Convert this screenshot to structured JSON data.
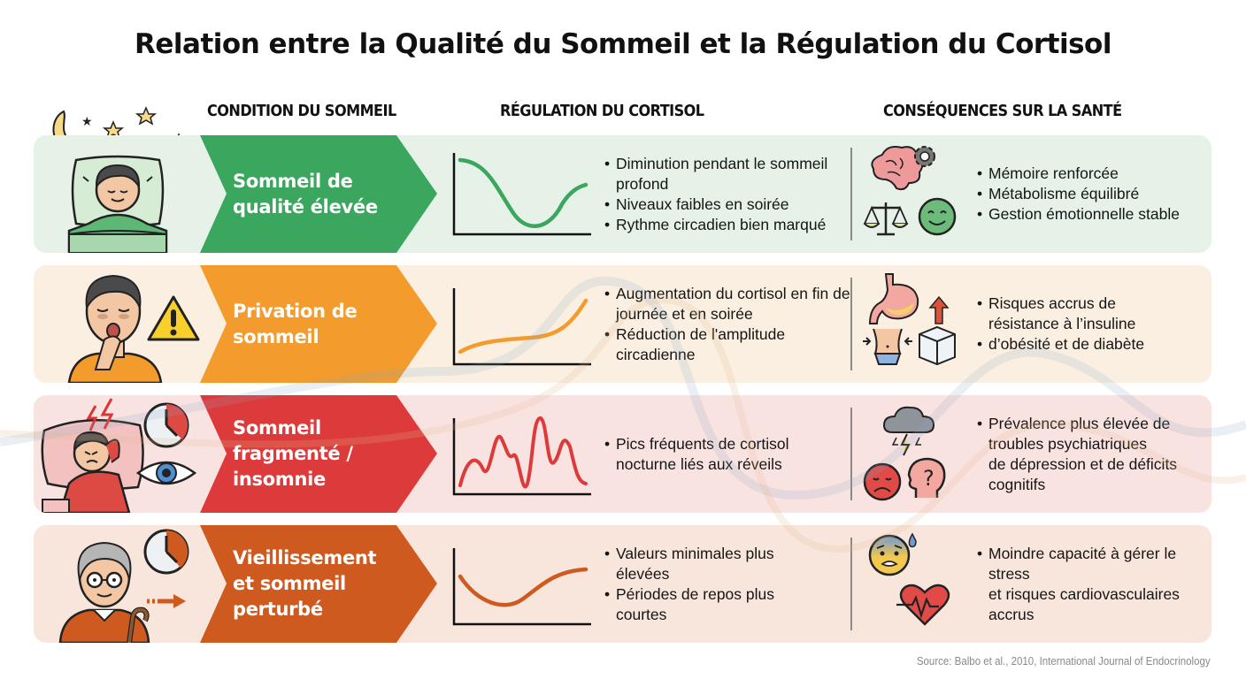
{
  "title": "Relation entre la Qualité du Sommeil et la Régulation du Cortisol",
  "columns": {
    "condition": "CONDITION DU SOMMEIL",
    "regulation": "RÉGULATION DU CORTISOL",
    "consequences": "CONSÉQUENCES SUR LA SANTÉ"
  },
  "colors": {
    "green": "#3aa65e",
    "orange": "#f39b2d",
    "red": "#dd3b3b",
    "burnt_orange": "#cf5a1f",
    "green_bg": "#e6f2e8",
    "orange_bg": "#fbefe1",
    "red_bg": "#f9e3e1",
    "burnt_bg": "#f8e6dc"
  },
  "rows": [
    {
      "condition": "Sommeil de qualité élevée",
      "condition_lines": [
        "Sommeil de",
        "qualité élevée"
      ],
      "illustration": "sleeping-person-icon",
      "curve": "dip-then-rise",
      "regulation": [
        "Diminution pendant le sommeil profond",
        "Niveaux faibles en soirée",
        "Rythme circadien bien marqué"
      ],
      "icons": [
        "brain-gear-icon",
        "balance-scale-icon",
        "smiley-face-icon"
      ],
      "consequences": [
        "Mémoire renforcée",
        "Métabolisme équilibré",
        "Gestion émotionnelle stable"
      ]
    },
    {
      "condition": "Privation de sommeil",
      "condition_lines": [
        "Privation",
        "de sommeil"
      ],
      "illustration": "yawning-person-icon",
      "curve": "gradual-rise",
      "regulation": [
        "Augmentation du cortisol en fin de journée et en soirée",
        "Réduction de l'amplitude circadienne"
      ],
      "icons": [
        "stomach-icon",
        "arrow-up-icon",
        "waist-icon",
        "sugar-cube-icon"
      ],
      "consequences": [
        "Risques accrus de résistance à l’insuline",
        "d’obésité et de diabète"
      ]
    },
    {
      "condition": "Sommeil fragmenté / insomnie",
      "condition_lines": [
        "Sommeil",
        "fragmenté /",
        "insomnie"
      ],
      "illustration": "insomnia-person-icon",
      "curve": "multiple-spikes",
      "regulation": [
        "Pics fréquents de cortisol nocturne liés aux réveils"
      ],
      "icons": [
        "storm-cloud-icon",
        "sad-face-icon",
        "head-question-icon"
      ],
      "consequences_bullet": "Prévalence plus élevée de troubles psychiatriques",
      "consequences_cont": "de dépression et de déficits cognitifs"
    },
    {
      "condition": "Vieillissement et sommeil perturbé",
      "condition_lines": [
        "Vieillissement",
        "et sommeil",
        "perturbé"
      ],
      "illustration": "elderly-person-icon",
      "curve": "dip-then-plateau",
      "regulation": [
        "Valeurs minimales plus élevées",
        "Périodes de repos plus courtes"
      ],
      "icons": [
        "anxious-face-icon",
        "heart-pulse-icon"
      ],
      "consequences_bullet": "Moindre capacité à gérer le stress",
      "consequences_cont": "et risques cardiovasculaires accrus"
    }
  ],
  "source": "Source: Balbo et al., 2010, International Journal of Endocrinology"
}
